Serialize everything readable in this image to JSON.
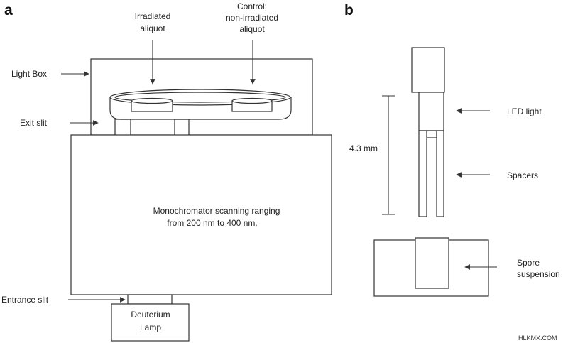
{
  "panels": {
    "a": "a",
    "b": "b"
  },
  "a": {
    "irradiated_line1": "Irradiated",
    "irradiated_line2": "aliquot",
    "control_line1": "Control;",
    "control_line2": "non-irradiated",
    "control_line3": "aliquot",
    "light_box": "Light Box",
    "exit_slit": "Exit slit",
    "mono_line1": "Monochromator scanning ranging",
    "mono_line2": "from 200 nm  to 400 nm.",
    "entrance_slit": "Entrance slit",
    "lamp_line1": "Deuterium",
    "lamp_line2": "Lamp"
  },
  "b": {
    "distance": "4.3 mm",
    "led": "LED light",
    "spacers": "Spacers",
    "spore_line1": "Spore",
    "spore_line2": "suspension"
  },
  "watermark": "HLKMX.COM"
}
